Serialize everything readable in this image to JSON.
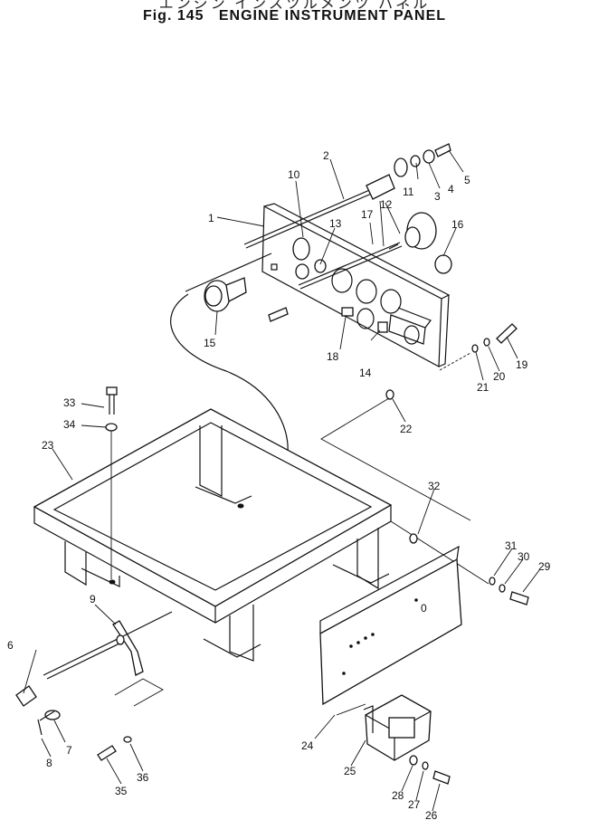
{
  "header": {
    "japanese_title": "エンジン インスツルメンツ パネル",
    "fig_label": "Fig. 145",
    "title": "ENGINE INSTRUMENT PANEL"
  },
  "callouts": [
    "1",
    "2",
    "3",
    "4",
    "5",
    "6",
    "7",
    "8",
    "9",
    "10",
    "11",
    "12",
    "13",
    "14",
    "15",
    "16",
    "17",
    "18",
    "19",
    "20",
    "21",
    "22",
    "23",
    "24",
    "25",
    "26",
    "27",
    "28",
    "29",
    "30",
    "31",
    "32",
    "33",
    "34",
    "35",
    "36"
  ],
  "panel_note": "0"
}
